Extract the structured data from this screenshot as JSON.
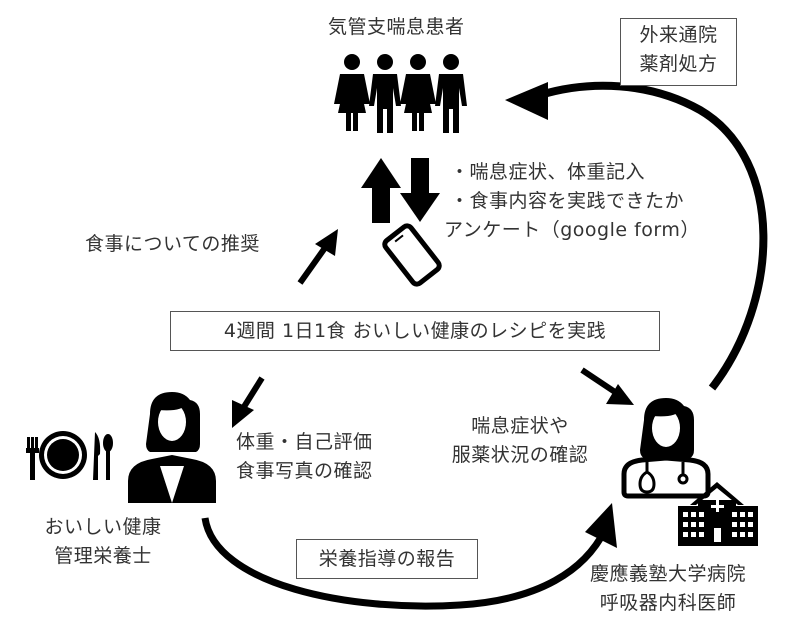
{
  "diagram": {
    "patients": {
      "label": "気管支喘息患者"
    },
    "outpatient_box": {
      "lines": [
        "外来通院",
        "薬剤処方"
      ]
    },
    "survey": {
      "lines": [
        "・喘息症状、体重記入",
        "・食事内容を実践できたか",
        "アンケート（google form）"
      ]
    },
    "recommendation": {
      "label": "食事についての推奨"
    },
    "program_box": {
      "label": "4週間 1日1食 おいしい健康のレシピを実践"
    },
    "dietitian_check": {
      "lines": [
        "体重・自己評価",
        "食事写真の確認"
      ]
    },
    "dietitian": {
      "lines": [
        "おいしい健康",
        "管理栄養士"
      ]
    },
    "doctor_check": {
      "lines": [
        "喘息症状や",
        "服薬状況の確認"
      ]
    },
    "report_box": {
      "label": "栄養指導の報告"
    },
    "doctor": {
      "lines": [
        "慶應義塾大学病院",
        "呼吸器内科医師"
      ]
    },
    "icons": {
      "patients": "people-group-icon",
      "up_arrow": "arrow-up-icon",
      "down_arrow": "arrow-down-icon",
      "phone": "smartphone-icon",
      "tableware": "plate-cutlery-icon",
      "dietitian": "woman-avatar-icon",
      "doctor": "doctor-stethoscope-icon",
      "hospital": "hospital-building-icon"
    },
    "colors": {
      "ink": "#000000",
      "text": "#333333",
      "box_border": "#555555",
      "background": "#ffffff"
    }
  }
}
